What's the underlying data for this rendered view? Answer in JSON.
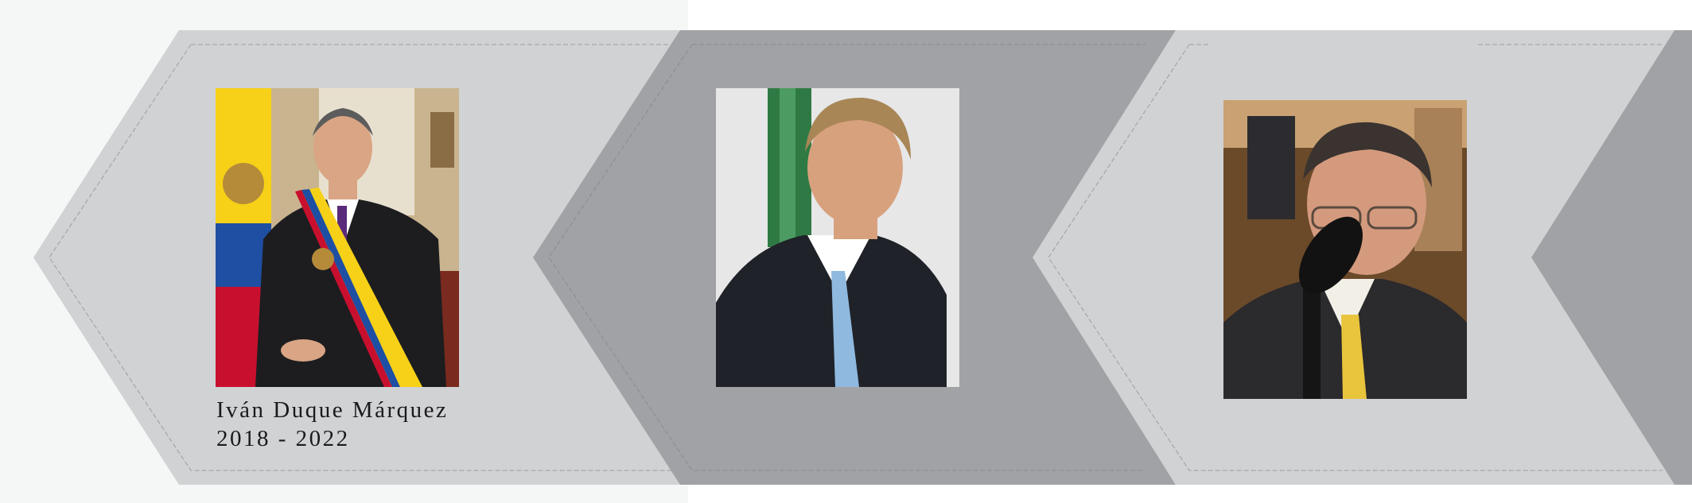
{
  "timeline": {
    "entries": [
      {
        "name": "Iván Duque Márquez",
        "period": "2018 - 2022"
      },
      {
        "name": "",
        "period": ""
      },
      {
        "name": "",
        "period": ""
      }
    ]
  },
  "colors": {
    "chevron_light": "#d1d2d4",
    "chevron_dark": "#a1a2a5",
    "background_left": "#f5f6f6",
    "background_right": "#ffffff",
    "caption_text": "#1a1a1a"
  },
  "icons": [
    "portrait-photo-duque",
    "portrait-photo-santos",
    "portrait-photo-uribe"
  ]
}
